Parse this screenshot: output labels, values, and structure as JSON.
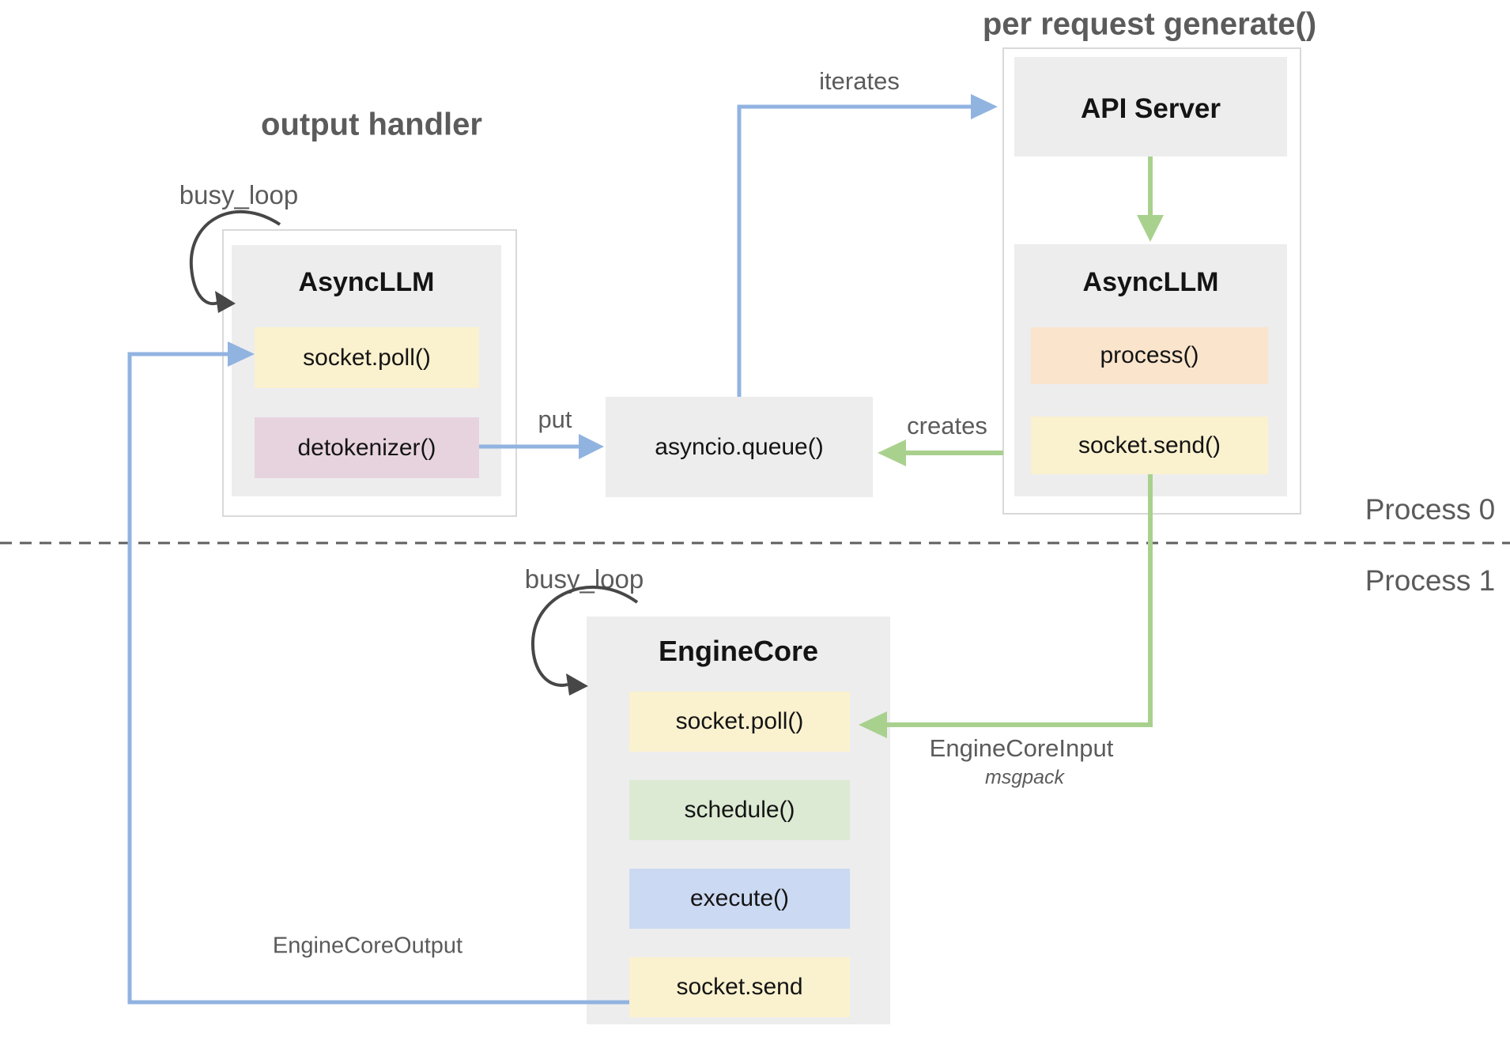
{
  "colors": {
    "arrow_blue": "#91b3e0",
    "arrow_green": "#a9d18e",
    "box_gray": "#ededee",
    "box_yellow": "#faf1ce",
    "box_pink": "#e7d3de",
    "box_orange": "#fae4cc",
    "box_green": "#dcead3",
    "box_blue": "#cbd9f2",
    "border_gray": "#d9d9d9",
    "text_dark": "#141414",
    "text_gray": "#5b5b5b",
    "arc_dark": "#474747",
    "dash_gray": "#5f5f5f"
  },
  "titles": {
    "output_handler": "output handler",
    "per_request_generate": "per request generate()"
  },
  "labels": {
    "busy_loop_top": "busy_loop",
    "busy_loop_bottom": "busy_loop",
    "put": "put",
    "creates": "creates",
    "iterates": "iterates",
    "engine_core_input": "EngineCoreInput",
    "msgpack": "msgpack",
    "engine_core_output": "EngineCoreOutput",
    "process0": "Process 0",
    "process1": "Process 1"
  },
  "nodes": {
    "async_llm_left": {
      "title": "AsyncLLM",
      "methods": [
        {
          "label": "socket.poll()",
          "color_key": "box_yellow"
        },
        {
          "label": "detokenizer()",
          "color_key": "box_pink"
        }
      ]
    },
    "api_server": {
      "title": "API Server"
    },
    "async_llm_right": {
      "title": "AsyncLLM",
      "methods": [
        {
          "label": "process()",
          "color_key": "box_orange"
        },
        {
          "label": "socket.send()",
          "color_key": "box_yellow"
        }
      ]
    },
    "asyncio_queue": {
      "title": "asyncio.queue()"
    },
    "engine_core": {
      "title": "EngineCore",
      "methods": [
        {
          "label": "socket.poll()",
          "color_key": "box_yellow"
        },
        {
          "label": "schedule()",
          "color_key": "box_green"
        },
        {
          "label": "execute()",
          "color_key": "box_blue"
        },
        {
          "label": "socket.send",
          "color_key": "box_yellow"
        }
      ]
    }
  }
}
